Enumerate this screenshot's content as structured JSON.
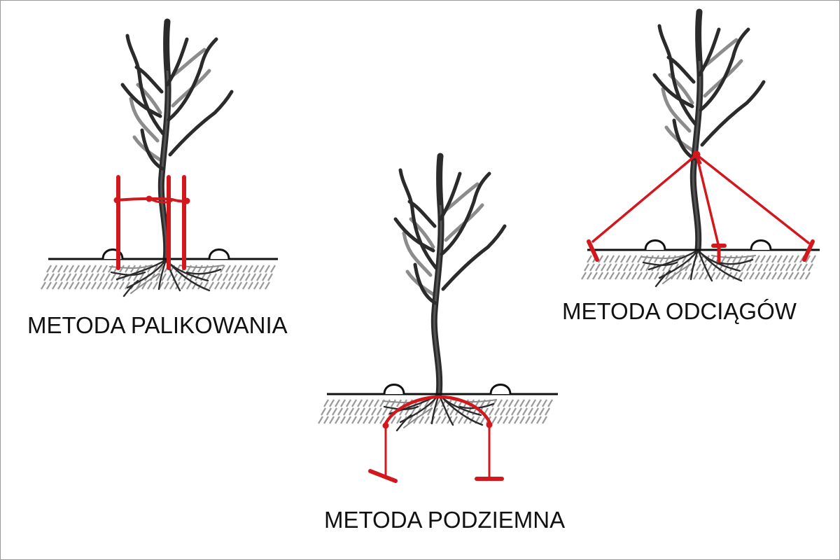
{
  "captions": {
    "staking": "METODA PALIKOWANIA",
    "guy_wires": "METODA ODCIĄGÓW",
    "underground": "METODA PODZIEMNA"
  },
  "colors": {
    "support": "#d3181d",
    "trunk": "#2b2b2b",
    "branch_light": "#8c8c8c",
    "soil_hatch": "#9a9a9a",
    "ground_line": "#111111",
    "background": "#ffffff"
  }
}
